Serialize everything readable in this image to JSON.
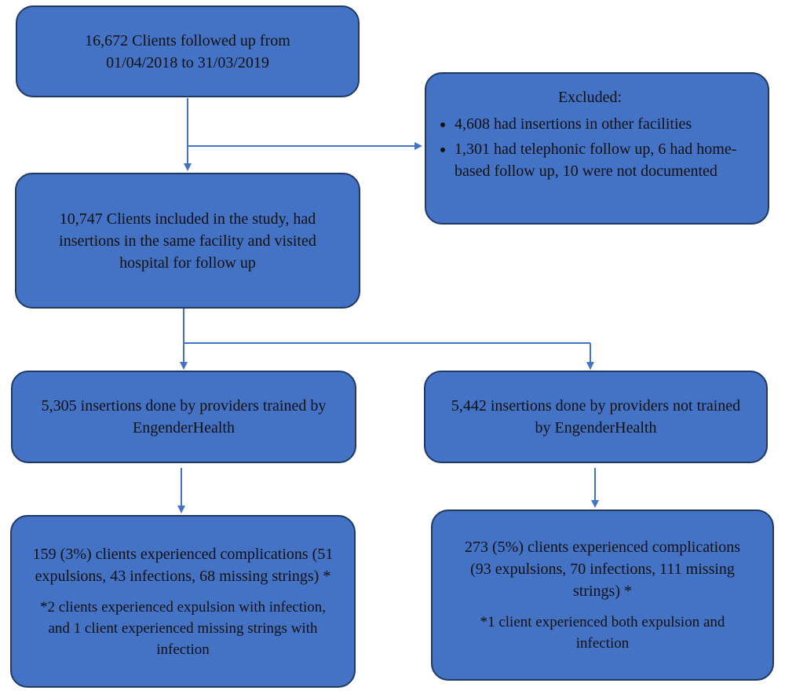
{
  "colors": {
    "box_fill": "#4472C4",
    "box_border": "#1F3864",
    "arrow": "#4472C4"
  },
  "flow": {
    "followed": {
      "line1": "16,672 Clients followed up from",
      "line2": "01/04/2018 to 31/03/2019"
    },
    "excluded": {
      "title": "Excluded:",
      "items": [
        "4,608 had insertions in other facilities",
        "1,301 had telephonic follow up, 6 had home-based follow up, 10 were not documented"
      ]
    },
    "included": {
      "text": "10,747 Clients included in the study, had insertions in the same facility and visited hospital for follow up"
    },
    "trained": {
      "text": "5,305 insertions done by providers trained by EngenderHealth"
    },
    "not_trained": {
      "text": "5,442 insertions done by providers not trained by EngenderHealth"
    },
    "trained_outcome": {
      "text": "159 (3%) clients experienced complications (51 expulsions, 43 infections, 68 missing strings) *",
      "note": "*2 clients experienced expulsion with infection, and 1 client experienced missing strings with infection"
    },
    "not_trained_outcome": {
      "text": "273 (5%) clients experienced complications (93 expulsions, 70 infections, 111 missing strings) *",
      "note": "*1 client experienced both expulsion and infection"
    }
  }
}
